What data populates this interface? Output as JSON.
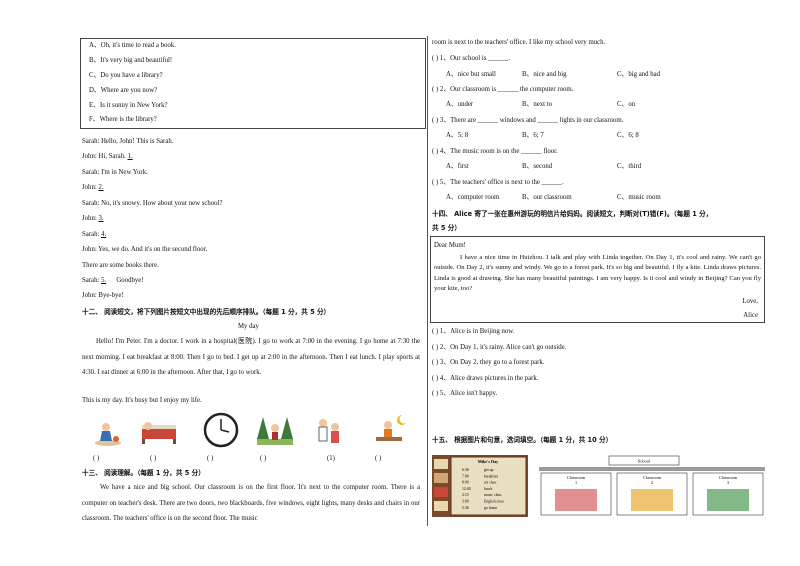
{
  "options": [
    "A、Oh, it's time to read a book.",
    "B、It's very big and beautiful!",
    "C、Do you have a library?",
    "D、Where are you now?",
    "E、Is it sunny in New York?",
    "F、Where is the library?"
  ],
  "dialogue": [
    "Sarah: Hello, John! This is Sarah.",
    "John: Hi, Sarah.",
    "Sarah: I'm in New York.",
    "John:",
    "Sarah: No, it's snowy. How about your new school?",
    "John:",
    "Sarah:",
    "John: Yes, we do. And it's on the second floor.",
    "There are some books there.",
    "Sarah:",
    "John: Bye-bye!"
  ],
  "dialogue_blanks": [
    "1.",
    "2.",
    "3.",
    "4.",
    "5."
  ],
  "dialogue_goodbye": "Goodbye!",
  "sec12": {
    "heading": "十二、 阅读短文，将下列图片按短文中出现的先后顺序排队。（每题 1 分，共 5 分）",
    "title": "My day",
    "text": "Hello! I'm Peter. I'm a doctor. I work in a hospital(医院). I go to work at 7:00 in the evening. I go home at 7:30 the next morning. I eat breakfast at 8:00. Then I go to bed. I get up at 2:00 in the afternoon. Then I eat lunch. I play sports at 4:30. I eat dinner at 6:00 in the afternoon. After that, I go to work.",
    "ending": "This is my day. It's busy but I enjoy my life.",
    "parens": [
      "(        )",
      "(        )",
      "(        )",
      "(        )",
      "(1)",
      "(        )",
      "(        )"
    ]
  },
  "sec13": {
    "heading": "十三、 阅读理解。（每题 1 分，共 5 分）",
    "text": "We have a nice and big school. Our classroom is on the first floor. It's next to the computer room. There is a computer on teacher's desk. There are two doors, two blackboards, five windows, eight lights, many desks and chairs in our classroom. The teachers' office is on the second floor. The music",
    "continued": "room is next to the teachers' office. I like my school very much.",
    "questions": [
      {
        "q": "(        ) 1、Our school is ______.",
        "a": "A、nice but small",
        "b": "B、nice and big",
        "c": "C、big and bad"
      },
      {
        "q": "(        ) 2、Our classroom is ______ the computer room.",
        "a": "A、under",
        "b": "B、next to",
        "c": "C、on"
      },
      {
        "q": "(        ) 3、There are ______ windows and ______ lights in our classroom.",
        "a": "A、5; 8",
        "b": "B、6; 7",
        "c": "C、6; 8"
      },
      {
        "q": "(        ) 4、The music room is on the ______ floor.",
        "a": "A、first",
        "b": "B、second",
        "c": "C、third"
      },
      {
        "q": "(        ) 5、The teachers' office is next to the ______.",
        "a": "A、computer room",
        "b": "B、our classroom",
        "c": "C、music room"
      }
    ]
  },
  "sec14": {
    "heading_line1": "十四、 Alice 寄了一张在惠州游玩的明信片给妈妈。阅读短文，判断对(T)错(F)。（每题 1 分，",
    "heading_line2": "共 5 分）",
    "greeting": "Dear Mum!",
    "body": "I have a nice time in Huizhou. I talk and play with Linda together. On Day 1, it's cool and rainy. We can't go outside. On Day 2, it's sunny and windy. We go to a forest park. It's so big and beautiful. I fly a kite. Linda draws pictures. Linda is good at drawing. She has many beautiful paintings. I am very happy. Is it cool and windy in Beijing? Can you fly your kite, too?",
    "closing": "Love,",
    "signature": "Alice",
    "items": [
      "(        ) 1、Alice is in Beijing now.",
      "(        ) 2、On Day 1, it's rainy. Alice can't go outside.",
      "(        ) 3、On Day 2, they go to a forest park.",
      "(        ) 4、Alice draws pictures in the park.",
      "(        ) 5、Alice isn't happy."
    ]
  },
  "sec15": {
    "heading": "十五、 根据图片和句意，选词填空。（每题 1 分，共 10 分）",
    "schedule_title": "Mike's Day",
    "schedule": [
      [
        "6:30",
        "get up"
      ],
      [
        "7:00",
        "breakfast"
      ],
      [
        "8:00",
        "art class"
      ],
      [
        "12:00",
        "lunch"
      ],
      [
        "2:15",
        "music class"
      ],
      [
        "3:00",
        "English class"
      ],
      [
        "5:30",
        "go home"
      ]
    ],
    "school_title": "School",
    "classrooms": [
      "Classroom 1",
      "Classroom 2",
      "Classroom 3"
    ]
  },
  "colors": {
    "accent": "#7a4b2a",
    "paper": "#e9dfc2",
    "border": "#444444"
  }
}
